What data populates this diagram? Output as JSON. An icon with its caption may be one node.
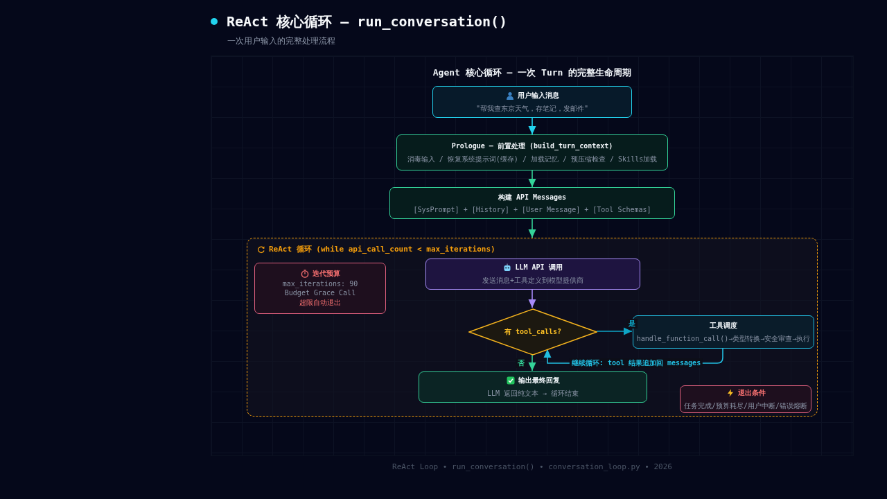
{
  "diagram": {
    "title": "ReAct 核心循环 — run_conversation()",
    "nodes": [
      {
        "text": [
          "用户输入消息",
          "\"帮我查东京天气，存笔记，发邮件\""
        ]
      },
      {
        "text": [
          "Prologue — 前置处理 (build_turn_context)",
          "消毒输入 / 恢复系统提示词(缓存) / 加载记忆 / 预压缩检查 / Skills加载"
        ]
      },
      {
        "text": [
          "构建 API Messages",
          "[SysPrompt] + [History] + [User Message] + [Tool Schemas]"
        ]
      },
      {
        "text": [
          "ReAct 循环 (while api_call_count < max_iterations)"
        ]
      },
      {
        "text": [
          "迭代预算",
          "max_iterations: 90",
          "Budget Grace Call",
          "超限自动退出"
        ],
        "in": 3
      },
      {
        "text": [
          "LLM API 调用",
          "发送消息+工具定义到模型提供商"
        ],
        "in": 3
      },
      {
        "text": [
          "有 tool_calls?"
        ],
        "in": 3
      },
      {
        "text": [
          "工具调度",
          "handle_function_call()→类型转换→安全审查→执行"
        ],
        "in": 3
      },
      {
        "text": [
          "输出最终回复",
          "LLM 返回纯文本 → 循环结束"
        ],
        "in": 3
      },
      {
        "text": [
          "退出条件",
          "任务完成/预算耗尽/用户中断/错误熔断"
        ],
        "in": 3
      }
    ],
    "edges": [
      {
        "from": 0,
        "to": 1,
        "arrow": "to",
        "color": "#22d3ee"
      },
      {
        "from": 1,
        "to": 2,
        "arrow": "to",
        "color": "#34d399"
      },
      {
        "from": 2,
        "to": 3,
        "arrow": "to",
        "color": "#34d399"
      },
      {
        "from": 5,
        "to": 6,
        "arrow": "to",
        "color": "#a78bfa"
      },
      {
        "from": 6,
        "to": 7,
        "arrow": "to",
        "label": "是",
        "color": "#0ea5c6"
      },
      {
        "from": 6,
        "to": 8,
        "arrow": "to",
        "label": "否",
        "color": "#34d399"
      },
      {
        "from": 7,
        "to": 6,
        "arrow": "to",
        "label": "继续循环: tool 结果追加回 messages",
        "color": "#22bde0"
      }
    ],
    "labels": [
      "一次用户输入的完整处理流程",
      "Agent 核心循环 — 一次 Turn 的完整生命周期",
      "ReAct Loop • run_conversation() • conversation_loop.py • 2026"
    ]
  }
}
